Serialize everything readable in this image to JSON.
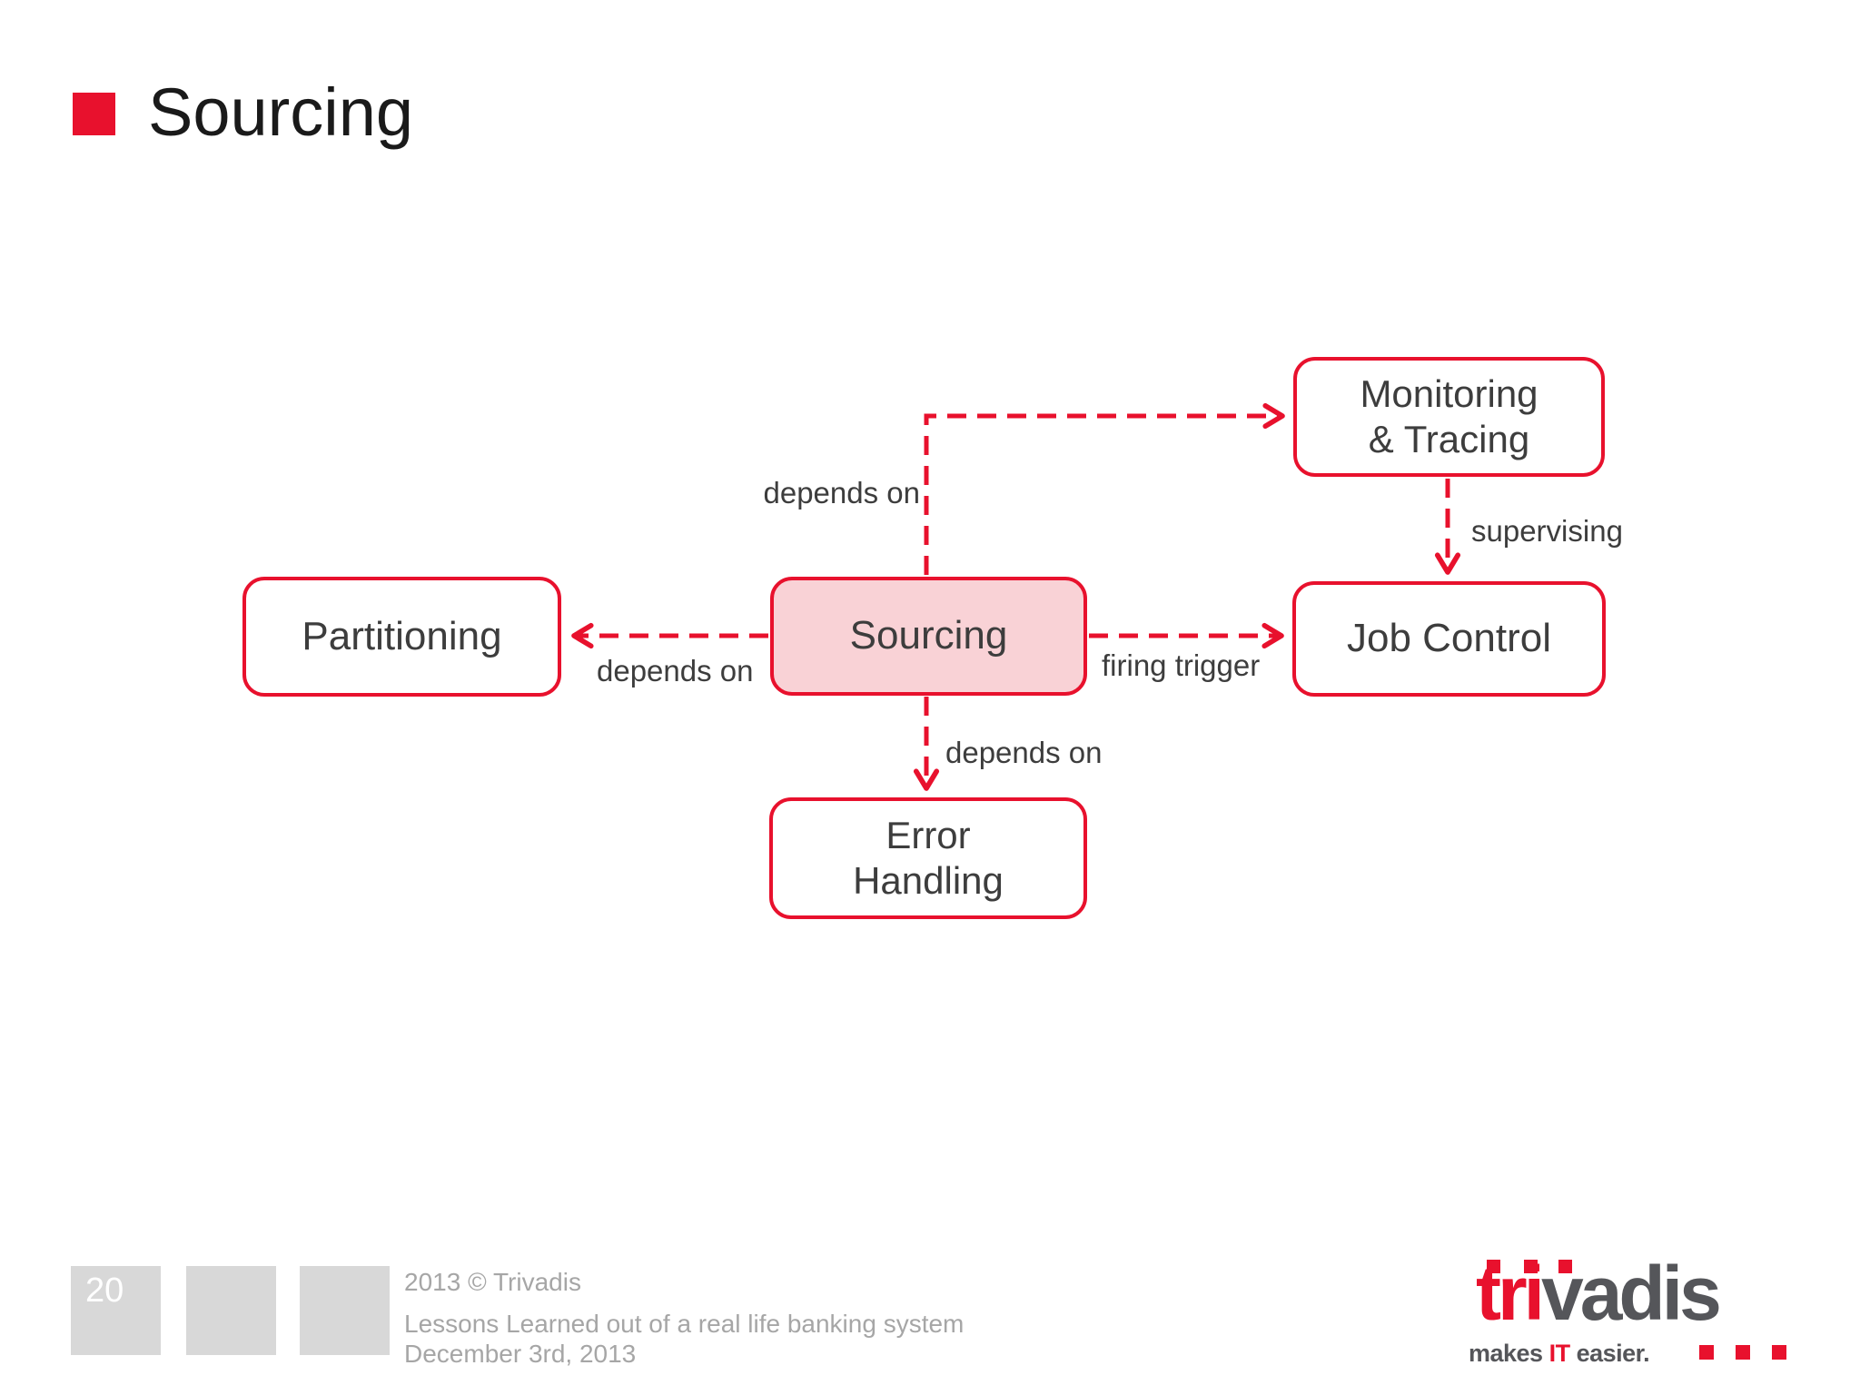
{
  "slide": {
    "title": "Sourcing",
    "colors": {
      "accent_red": "#E8112D",
      "highlight_node_fill": "#F9D2D6",
      "node_text": "#3d3d3d",
      "footer_gray": "#A6A6A6",
      "page_square_gray": "#D8D8D8",
      "logo_gray": "#55565A"
    }
  },
  "diagram": {
    "nodes": [
      {
        "id": "partitioning",
        "label": "Partitioning"
      },
      {
        "id": "sourcing",
        "label": "Sourcing",
        "highlighted": true
      },
      {
        "id": "monitoring-tracing",
        "label": "Monitoring & Tracing",
        "line1": "Monitoring",
        "line2": "& Tracing"
      },
      {
        "id": "job-control",
        "label": "Job Control"
      },
      {
        "id": "error-handling",
        "label": "Error Handling",
        "line1": "Error",
        "line2": "Handling"
      }
    ],
    "edges": [
      {
        "from": "sourcing",
        "to": "monitoring-tracing",
        "label": "depends on"
      },
      {
        "from": "monitoring-tracing",
        "to": "job-control",
        "label": "supervising"
      },
      {
        "from": "sourcing",
        "to": "partitioning",
        "label": "depends on"
      },
      {
        "from": "sourcing",
        "to": "job-control",
        "label": "firing trigger"
      },
      {
        "from": "sourcing",
        "to": "error-handling",
        "label": "depends on"
      }
    ]
  },
  "footer": {
    "page_number": "20",
    "copyright": "2013 © Trivadis",
    "subtitle": "Lessons Learned out of a real life banking system",
    "date": "December 3rd, 2013"
  },
  "logo": {
    "brand_red": "tri",
    "brand_gray": "vadis",
    "tagline_pre": "makes ",
    "tagline_highlight": "IT",
    "tagline_post": " easier."
  }
}
